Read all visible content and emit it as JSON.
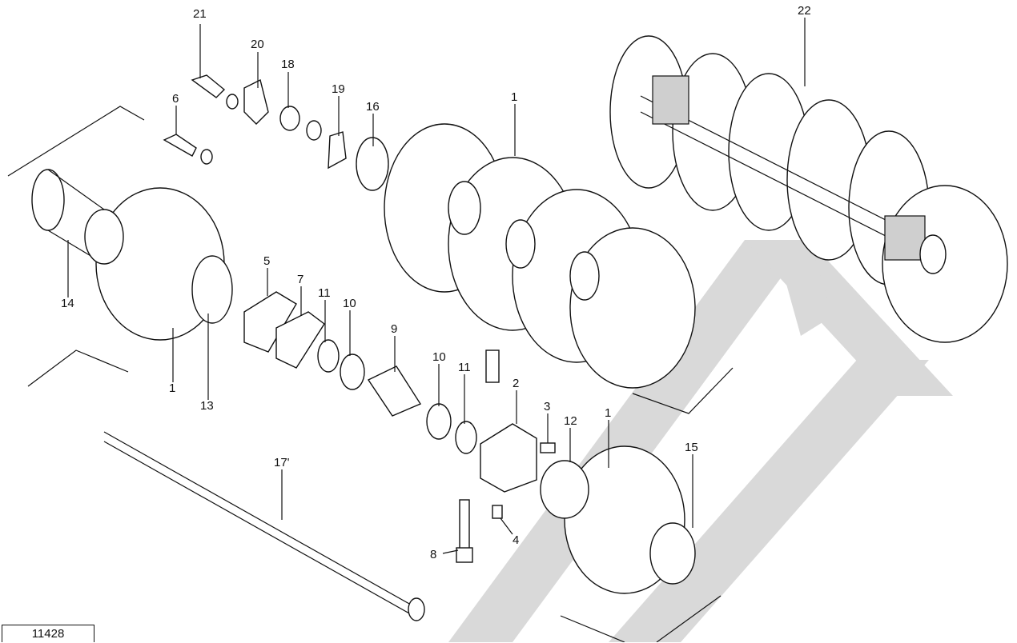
{
  "watermark_color": "#d9d9d9",
  "reference_number": "11428",
  "callouts": [
    {
      "id": "c1a",
      "label": "1"
    },
    {
      "id": "c1b",
      "label": "1"
    },
    {
      "id": "c1c",
      "label": "1"
    },
    {
      "id": "c2",
      "label": "2"
    },
    {
      "id": "c3",
      "label": "3"
    },
    {
      "id": "c4",
      "label": "4"
    },
    {
      "id": "c5",
      "label": "5"
    },
    {
      "id": "c6",
      "label": "6"
    },
    {
      "id": "c7",
      "label": "7"
    },
    {
      "id": "c8",
      "label": "8"
    },
    {
      "id": "c9",
      "label": "9"
    },
    {
      "id": "c10a",
      "label": "10"
    },
    {
      "id": "c10b",
      "label": "10"
    },
    {
      "id": "c11a",
      "label": "11"
    },
    {
      "id": "c11b",
      "label": "11"
    },
    {
      "id": "c12",
      "label": "12"
    },
    {
      "id": "c13",
      "label": "13"
    },
    {
      "id": "c14",
      "label": "14"
    },
    {
      "id": "c15",
      "label": "15"
    },
    {
      "id": "c16",
      "label": "16"
    },
    {
      "id": "c17",
      "label": "17'"
    },
    {
      "id": "c18",
      "label": "18"
    },
    {
      "id": "c19",
      "label": "19"
    },
    {
      "id": "c20",
      "label": "20"
    },
    {
      "id": "c21",
      "label": "21"
    },
    {
      "id": "c22",
      "label": "22"
    }
  ]
}
